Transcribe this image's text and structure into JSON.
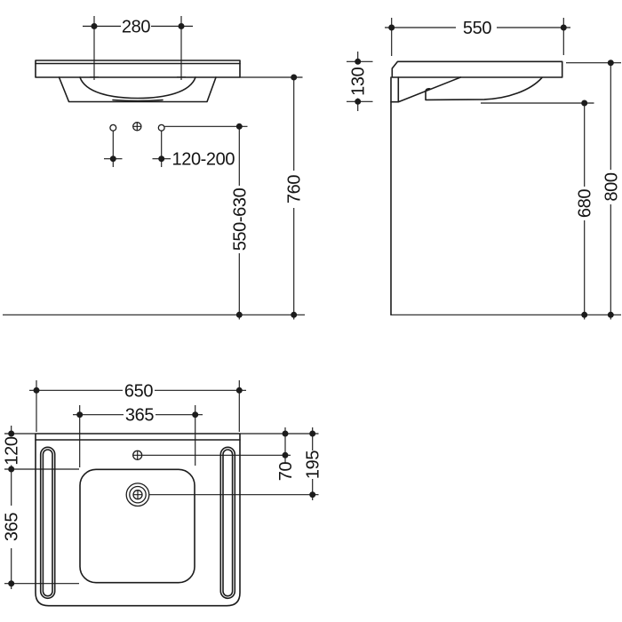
{
  "title": "Washbasin technical dimension drawing",
  "units": "mm",
  "colors": {
    "line": "#1c1c1c",
    "background": "#ffffff"
  },
  "views": {
    "front": {
      "name": "front elevation",
      "dims": {
        "tap_hole_spread": "280",
        "hole_adjust_range": "120-200",
        "mounting_height_range": "550-630",
        "rim_height": "760"
      }
    },
    "side": {
      "name": "side elevation",
      "dims": {
        "depth": "550",
        "front_edge_height": "130",
        "underside_height": "680",
        "top_height": "800"
      }
    },
    "top": {
      "name": "plan view",
      "dims": {
        "overall_width": "650",
        "bowl_width": "365",
        "bowl_setback": "120",
        "bowl_depth": "365",
        "tap_hole_setback": "70",
        "drain_setback": "195"
      }
    }
  }
}
